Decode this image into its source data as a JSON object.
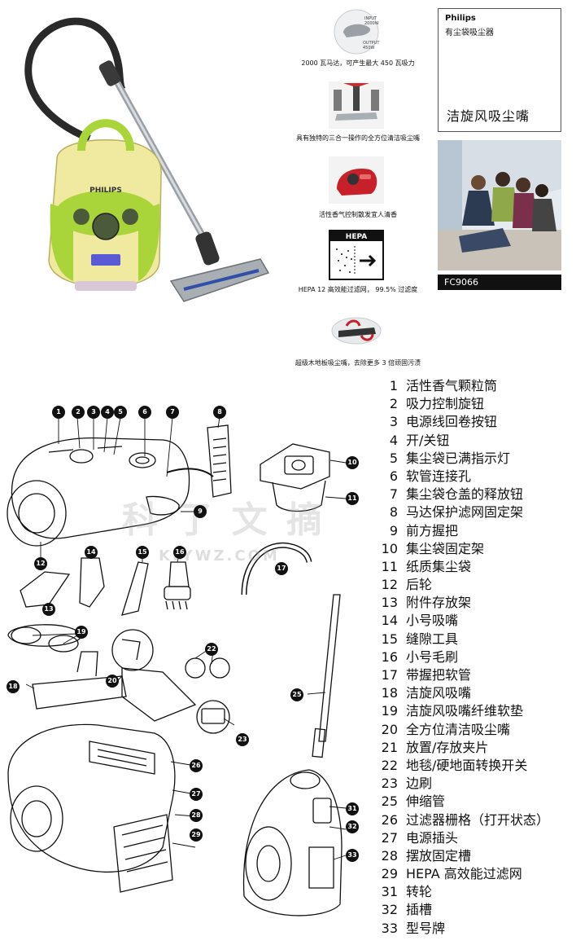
{
  "product_photo": {
    "brand": "PHILIPS"
  },
  "features": [
    {
      "icon": "input-output-power-icon",
      "input_label": "INPUT",
      "input_value": "2000W",
      "output_label": "OUTPUT",
      "output_value": "450W",
      "caption": "2000 瓦马达，可产生最大 450 瓦吸力"
    },
    {
      "icon": "three-in-one-nozzle-icon",
      "caption": "具有独特的三合一操作的全方位清洁吸尘嘴"
    },
    {
      "icon": "scent-capsule-icon",
      "caption": "活性香气控制散发宜人清香"
    },
    {
      "icon": "hepa-filter-icon",
      "badge": "HEPA",
      "caption": "HEPA 12 高效能过滤网， 99.5% 过滤度"
    },
    {
      "icon": "hardfloor-nozzle-icon",
      "caption": "超级木地板吸尘嘴，去除更多 3 倍顽固污渍"
    }
  ],
  "info_card": {
    "brand": "Philips",
    "type": "有尘袋吸尘器",
    "nozzle_title": "洁旋风吸尘嘴"
  },
  "model": "FC9066",
  "watermark": {
    "text": "科 了 文 摘",
    "url": "KLYWZ.COM"
  },
  "colors": {
    "body_yellow": "#f0e9a0",
    "body_green": "#a9d43a",
    "bar_black": "#111111",
    "hose_gray": "#2a2a2a"
  },
  "parts": [
    {
      "num": "1",
      "label": "活性香气颗粒筒"
    },
    {
      "num": "2",
      "label": "吸力控制旋钮"
    },
    {
      "num": "3",
      "label": "电源线回卷按钮"
    },
    {
      "num": "4",
      "label": "开/关钮"
    },
    {
      "num": "5",
      "label": "集尘袋已满指示灯"
    },
    {
      "num": "6",
      "label": "软管连接孔"
    },
    {
      "num": "7",
      "label": "集尘袋仓盖的释放钮"
    },
    {
      "num": "8",
      "label": "马达保护滤网固定架"
    },
    {
      "num": "9",
      "label": "前方握把"
    },
    {
      "num": "10",
      "label": "集尘袋固定架"
    },
    {
      "num": "11",
      "label": "纸质集尘袋"
    },
    {
      "num": "12",
      "label": "后轮"
    },
    {
      "num": "13",
      "label": "附件存放架"
    },
    {
      "num": "14",
      "label": "小号吸嘴"
    },
    {
      "num": "15",
      "label": "缝隙工具"
    },
    {
      "num": "16",
      "label": "小号毛刷"
    },
    {
      "num": "17",
      "label": "带握把软管"
    },
    {
      "num": "18",
      "label": "洁旋风吸嘴"
    },
    {
      "num": "19",
      "label": "洁旋风吸嘴纤维软垫"
    },
    {
      "num": "20",
      "label": "全方位清洁吸尘嘴"
    },
    {
      "num": "21",
      "label": "放置/存放夹片"
    },
    {
      "num": "22",
      "label": "地毯/硬地面转换开关"
    },
    {
      "num": "23",
      "label": "边刷"
    },
    {
      "num": "25",
      "label": "伸缩管"
    },
    {
      "num": "26",
      "label": "过滤器栅格（打开状态）"
    },
    {
      "num": "27",
      "label": "电源插头"
    },
    {
      "num": "28",
      "label": "摆放固定槽"
    },
    {
      "num": "29",
      "label": "HEPA 高效能过滤网"
    },
    {
      "num": "31",
      "label": "转轮"
    },
    {
      "num": "32",
      "label": "插槽"
    },
    {
      "num": "33",
      "label": "型号牌"
    }
  ],
  "diagram_callouts": [
    "1",
    "2",
    "3",
    "4",
    "5",
    "6",
    "7",
    "8",
    "9",
    "10",
    "11",
    "12",
    "13",
    "14",
    "15",
    "16",
    "17",
    "18",
    "19",
    "20",
    "22",
    "23",
    "25",
    "26",
    "27",
    "28",
    "29",
    "31",
    "32",
    "33"
  ]
}
